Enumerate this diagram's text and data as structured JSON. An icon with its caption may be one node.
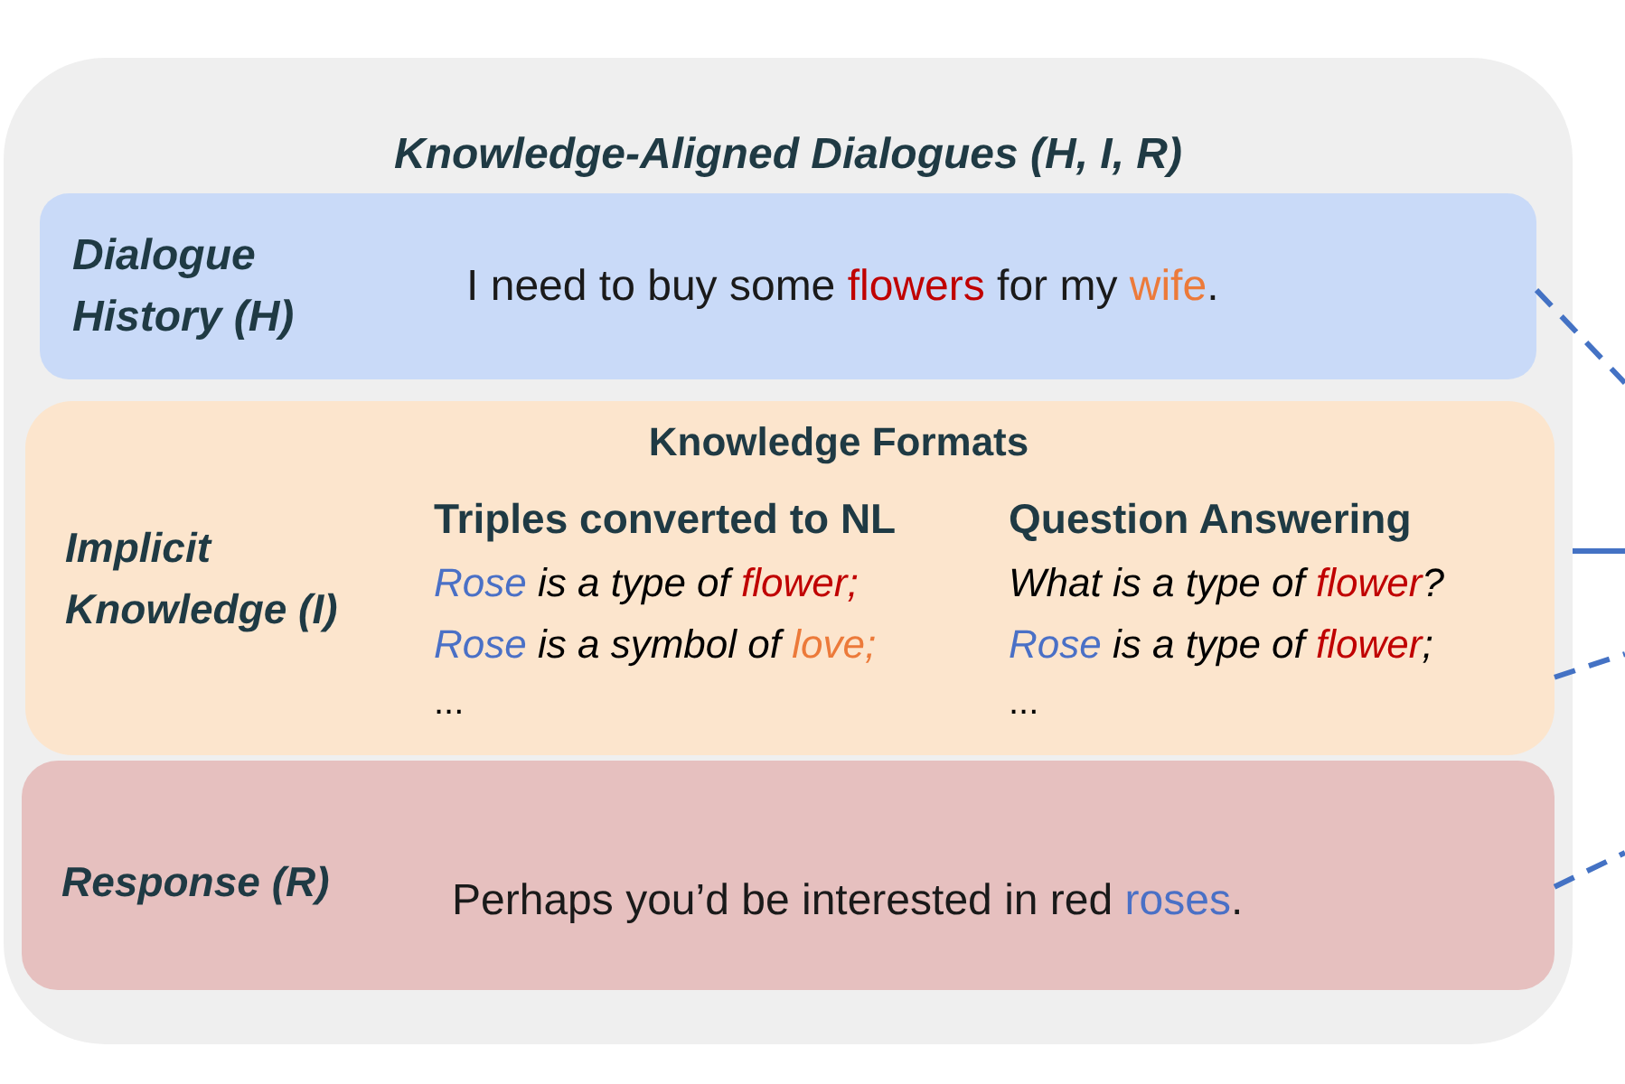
{
  "diagram": {
    "nodes": [
      {
        "text": [
          "Knowledge-Aligned Dialogues (H, I, R)"
        ]
      },
      {
        "text": [
          "Dialogue History (H)",
          "I need to buy some flowers for my wife."
        ],
        "in": 0
      },
      {
        "text": [
          "Implicit Knowledge (I)",
          "Knowledge Formats",
          "Triples converted to NL",
          "Rose is a type of flower;",
          "Rose is a symbol of love;",
          "...",
          "Question Answering",
          "What is a type of flower?",
          "Rose is a type of flower;",
          "..."
        ],
        "in": 0
      },
      {
        "text": [
          "Response (R)",
          "Perhaps you’d be interested in red roses."
        ],
        "in": 0
      }
    ],
    "edges": [
      {
        "from": 1,
        "to": null,
        "arrow": "none",
        "style": "dashed"
      },
      {
        "from": 0,
        "to": null,
        "arrow": "none"
      },
      {
        "from": 2,
        "to": null,
        "arrow": "none",
        "style": "dashed"
      },
      {
        "from": 3,
        "to": null,
        "arrow": "none",
        "style": "dashed"
      }
    ]
  }
}
